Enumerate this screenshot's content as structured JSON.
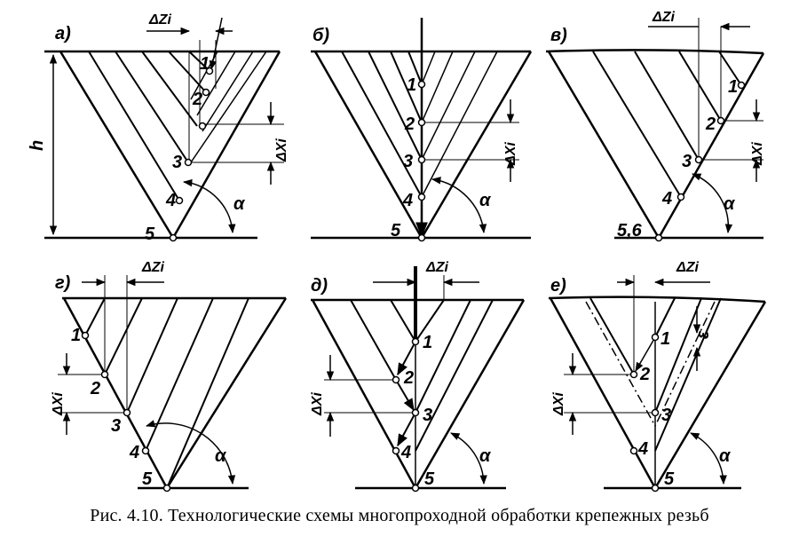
{
  "caption": "Рис. 4.10. Технологические схемы многопроходной обработки крепежных резьб",
  "panels": [
    {
      "letter": "а)",
      "dz": "ΔZi",
      "dx": "ΔXi",
      "h": "h",
      "alpha": "α",
      "points": [
        "1",
        "2",
        "3",
        "4",
        "5"
      ]
    },
    {
      "letter": "б)",
      "dx": "ΔXi",
      "alpha": "α",
      "points": [
        "1",
        "2",
        "3",
        "4",
        "5"
      ]
    },
    {
      "letter": "в)",
      "dz": "ΔZi",
      "dx": "ΔXi",
      "alpha": "α",
      "points": [
        "1",
        "2",
        "3",
        "4",
        "5,6"
      ]
    },
    {
      "letter": "г)",
      "dz": "ΔZi",
      "dx": "ΔXi",
      "alpha": "α",
      "points": [
        "1",
        "2",
        "3",
        "4",
        "5"
      ]
    },
    {
      "letter": "д)",
      "dz": "ΔZi",
      "dx": "ΔXi",
      "alpha": "α",
      "points": [
        "1",
        "2",
        "3",
        "4",
        "5"
      ]
    },
    {
      "letter": "е)",
      "dz": "ΔZi",
      "dx": "ΔXi",
      "eps": "ε",
      "alpha": "α",
      "points": [
        "1",
        "2",
        "3",
        "4",
        "5"
      ]
    }
  ]
}
